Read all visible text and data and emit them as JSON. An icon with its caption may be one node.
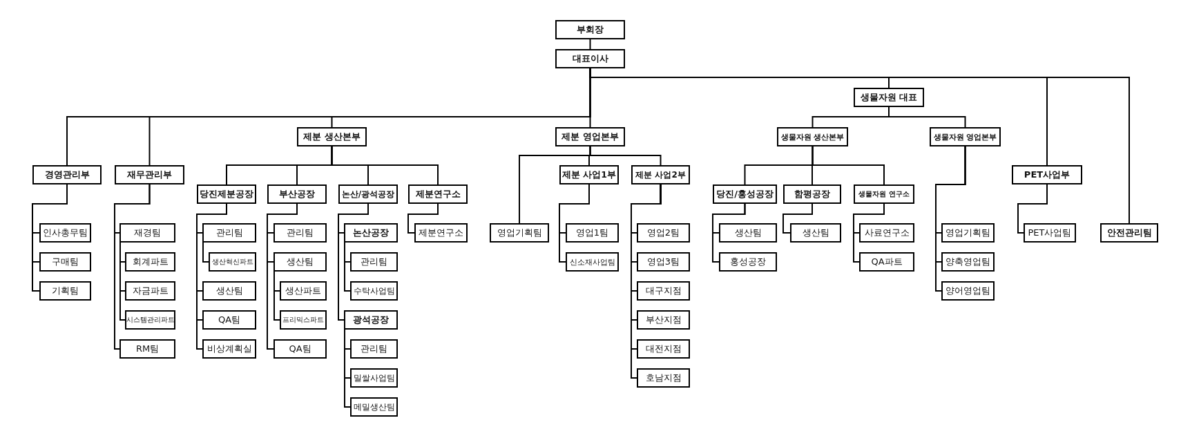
{
  "diagram": {
    "nodes": [
      {
        "text": [
          "부회장"
        ]
      },
      {
        "text": [
          "대표이사"
        ]
      },
      {
        "text": [
          "경영관리부"
        ]
      },
      {
        "text": [
          "인사총무팀"
        ]
      },
      {
        "text": [
          "구매팀"
        ]
      },
      {
        "text": [
          "기획팀"
        ]
      },
      {
        "text": [
          "재무관리부"
        ]
      },
      {
        "text": [
          "재경팀"
        ]
      },
      {
        "text": [
          "회계파트"
        ]
      },
      {
        "text": [
          "자금파트"
        ]
      },
      {
        "text": [
          "시스템관리파트"
        ]
      },
      {
        "text": [
          "RM팀"
        ]
      },
      {
        "text": [
          "제분 생산본부"
        ]
      },
      {
        "text": [
          "당진제분공장"
        ]
      },
      {
        "text": [
          "관리팀"
        ]
      },
      {
        "text": [
          "생산혁신파트"
        ]
      },
      {
        "text": [
          "생산팀"
        ]
      },
      {
        "text": [
          "QA팀"
        ]
      },
      {
        "text": [
          "비상계획실"
        ]
      },
      {
        "text": [
          "부산공장"
        ]
      },
      {
        "text": [
          "관리팀"
        ]
      },
      {
        "text": [
          "생산팀"
        ]
      },
      {
        "text": [
          "생산파트"
        ]
      },
      {
        "text": [
          "프리믹스파트"
        ]
      },
      {
        "text": [
          "QA팀"
        ]
      },
      {
        "text": [
          "논산/광석공장"
        ]
      },
      {
        "text": [
          "논산공장"
        ]
      },
      {
        "text": [
          "관리팀"
        ]
      },
      {
        "text": [
          "수탁사업팀"
        ]
      },
      {
        "text": [
          "광석공장"
        ]
      },
      {
        "text": [
          "관리팀"
        ]
      },
      {
        "text": [
          "밀쌀사업팀"
        ]
      },
      {
        "text": [
          "메밀생산팀"
        ]
      },
      {
        "text": [
          "제분연구소"
        ]
      },
      {
        "text": [
          "제분연구소"
        ]
      },
      {
        "text": [
          "제분 영업본부"
        ]
      },
      {
        "text": [
          "영업기획팀"
        ]
      },
      {
        "text": [
          "제분 사업1부"
        ]
      },
      {
        "text": [
          "영업1팀"
        ]
      },
      {
        "text": [
          "신소재사업팀"
        ]
      },
      {
        "text": [
          "제분 사업2부"
        ]
      },
      {
        "text": [
          "영업2팀"
        ]
      },
      {
        "text": [
          "영업3팀"
        ]
      },
      {
        "text": [
          "대구지점"
        ]
      },
      {
        "text": [
          "부산지점"
        ]
      },
      {
        "text": [
          "대전지점"
        ]
      },
      {
        "text": [
          "호남지점"
        ]
      },
      {
        "text": [
          "생물자원 대표"
        ]
      },
      {
        "text": [
          "생물자원 생산본부"
        ]
      },
      {
        "text": [
          "당진/홍성공장"
        ]
      },
      {
        "text": [
          "생산팀"
        ]
      },
      {
        "text": [
          "홍성공장"
        ]
      },
      {
        "text": [
          "함평공장"
        ]
      },
      {
        "text": [
          "생산팀"
        ]
      },
      {
        "text": [
          "생물자원 연구소"
        ]
      },
      {
        "text": [
          "사료연구소"
        ]
      },
      {
        "text": [
          "QA파트"
        ]
      },
      {
        "text": [
          "생물자원 영업본부"
        ]
      },
      {
        "text": [
          "영업기획팀"
        ]
      },
      {
        "text": [
          "양축영업팀"
        ]
      },
      {
        "text": [
          "양어영업팀"
        ]
      },
      {
        "text": [
          "PET사업부"
        ]
      },
      {
        "text": [
          "PET사업팀"
        ]
      },
      {
        "text": [
          "안전관리팀"
        ]
      }
    ],
    "edges": [
      {
        "from": 0,
        "to": 1,
        "arrow": "none"
      },
      {
        "from": 1,
        "to": 2,
        "arrow": "none"
      },
      {
        "from": 2,
        "to": 3,
        "arrow": "none"
      },
      {
        "from": 2,
        "to": 4,
        "arrow": "none"
      },
      {
        "from": 2,
        "to": 5,
        "arrow": "none"
      },
      {
        "from": 1,
        "to": 6,
        "arrow": "none"
      },
      {
        "from": 6,
        "to": 7,
        "arrow": "none"
      },
      {
        "from": 7,
        "to": 8,
        "arrow": "none"
      },
      {
        "from": 7,
        "to": 9,
        "arrow": "none"
      },
      {
        "from": 7,
        "to": 10,
        "arrow": "none"
      },
      {
        "from": 6,
        "to": 11,
        "arrow": "none"
      },
      {
        "from": 1,
        "to": 12,
        "arrow": "none"
      },
      {
        "from": 12,
        "to": 13,
        "arrow": "none"
      },
      {
        "from": 13,
        "to": 14,
        "arrow": "none"
      },
      {
        "from": 14,
        "to": 15,
        "arrow": "none"
      },
      {
        "from": 13,
        "to": 16,
        "arrow": "none"
      },
      {
        "from": 13,
        "to": 17,
        "arrow": "none"
      },
      {
        "from": 13,
        "to": 18,
        "arrow": "none"
      },
      {
        "from": 12,
        "to": 19,
        "arrow": "none"
      },
      {
        "from": 19,
        "to": 20,
        "arrow": "none"
      },
      {
        "from": 19,
        "to": 21,
        "arrow": "none"
      },
      {
        "from": 21,
        "to": 22,
        "arrow": "none"
      },
      {
        "from": 21,
        "to": 23,
        "arrow": "none"
      },
      {
        "from": 19,
        "to": 24,
        "arrow": "none"
      },
      {
        "from": 12,
        "to": 25,
        "arrow": "none"
      },
      {
        "from": 25,
        "to": 26,
        "arrow": "none"
      },
      {
        "from": 26,
        "to": 27,
        "arrow": "none"
      },
      {
        "from": 26,
        "to": 28,
        "arrow": "none"
      },
      {
        "from": 25,
        "to": 29,
        "arrow": "none"
      },
      {
        "from": 29,
        "to": 30,
        "arrow": "none"
      },
      {
        "from": 29,
        "to": 31,
        "arrow": "none"
      },
      {
        "from": 29,
        "to": 32,
        "arrow": "none"
      },
      {
        "from": 12,
        "to": 33,
        "arrow": "none"
      },
      {
        "from": 33,
        "to": 34,
        "arrow": "none"
      },
      {
        "from": 1,
        "to": 35,
        "arrow": "none"
      },
      {
        "from": 35,
        "to": 36,
        "arrow": "none"
      },
      {
        "from": 35,
        "to": 37,
        "arrow": "none"
      },
      {
        "from": 37,
        "to": 38,
        "arrow": "none"
      },
      {
        "from": 37,
        "to": 39,
        "arrow": "none"
      },
      {
        "from": 35,
        "to": 40,
        "arrow": "none"
      },
      {
        "from": 40,
        "to": 41,
        "arrow": "none"
      },
      {
        "from": 40,
        "to": 42,
        "arrow": "none"
      },
      {
        "from": 40,
        "to": 43,
        "arrow": "none"
      },
      {
        "from": 40,
        "to": 44,
        "arrow": "none"
      },
      {
        "from": 40,
        "to": 45,
        "arrow": "none"
      },
      {
        "from": 40,
        "to": 46,
        "arrow": "none"
      },
      {
        "from": 1,
        "to": 47,
        "arrow": "none"
      },
      {
        "from": 47,
        "to": 48,
        "arrow": "none"
      },
      {
        "from": 48,
        "to": 49,
        "arrow": "none"
      },
      {
        "from": 49,
        "to": 50,
        "arrow": "none"
      },
      {
        "from": 49,
        "to": 51,
        "arrow": "none"
      },
      {
        "from": 48,
        "to": 52,
        "arrow": "none"
      },
      {
        "from": 52,
        "to": 53,
        "arrow": "none"
      },
      {
        "from": 48,
        "to": 54,
        "arrow": "none"
      },
      {
        "from": 54,
        "to": 55,
        "arrow": "none"
      },
      {
        "from": 54,
        "to": 56,
        "arrow": "none"
      },
      {
        "from": 47,
        "to": 57,
        "arrow": "none"
      },
      {
        "from": 57,
        "to": 58,
        "arrow": "none"
      },
      {
        "from": 57,
        "to": 59,
        "arrow": "none"
      },
      {
        "from": 57,
        "to": 60,
        "arrow": "none"
      },
      {
        "from": 1,
        "to": 61,
        "arrow": "none"
      },
      {
        "from": 61,
        "to": 62,
        "arrow": "none"
      },
      {
        "from": 1,
        "to": 63,
        "arrow": "none"
      }
    ]
  }
}
